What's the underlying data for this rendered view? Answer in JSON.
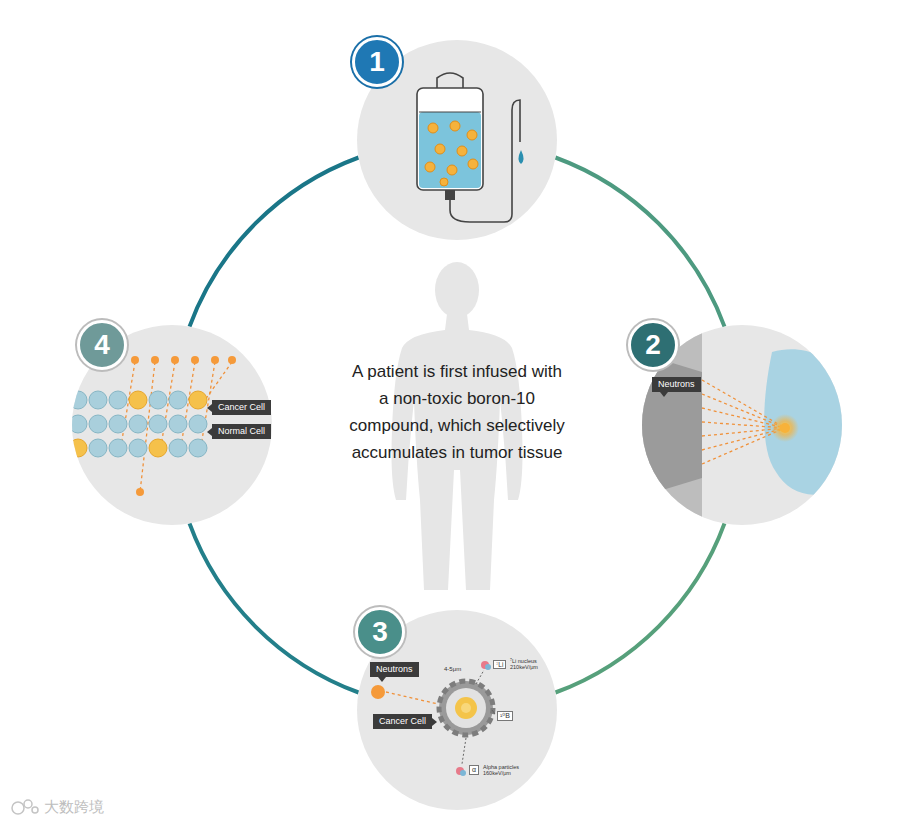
{
  "diagram": {
    "nodes": [
      {
        "text": [
          "1"
        ]
      },
      {
        "text": [
          "4"
        ]
      },
      {
        "text": [
          "Cancer Cell"
        ],
        "in": 1
      },
      {
        "text": [
          "Normal Cell"
        ],
        "in": 1
      },
      {
        "text": [
          "2"
        ]
      },
      {
        "text": [
          "Neutrons"
        ],
        "in": 4
      },
      {
        "text": [
          "3"
        ]
      },
      {
        "text": [
          "Neutrons"
        ],
        "in": 6
      },
      {
        "text": [
          "Cancer Cell"
        ],
        "in": 6
      }
    ],
    "edges": [
      {
        "from": 0,
        "to": 4,
        "arrow": "none"
      },
      {
        "from": 4,
        "to": 6,
        "arrow": "none"
      },
      {
        "from": 6,
        "to": 1,
        "arrow": "none"
      },
      {
        "from": 1,
        "to": 0,
        "arrow": "none"
      }
    ],
    "labels": [
      "A patient is first infused with a non-toxic boron-10 compound, which selectively accumulates in tumor tissue",
      "4-5μm",
      "⁷Li",
      "⁷Li nucleus 210keV/μm",
      "¹⁰B",
      "α",
      "Alpha particles 160keV/μm",
      "大数跨境"
    ]
  }
}
